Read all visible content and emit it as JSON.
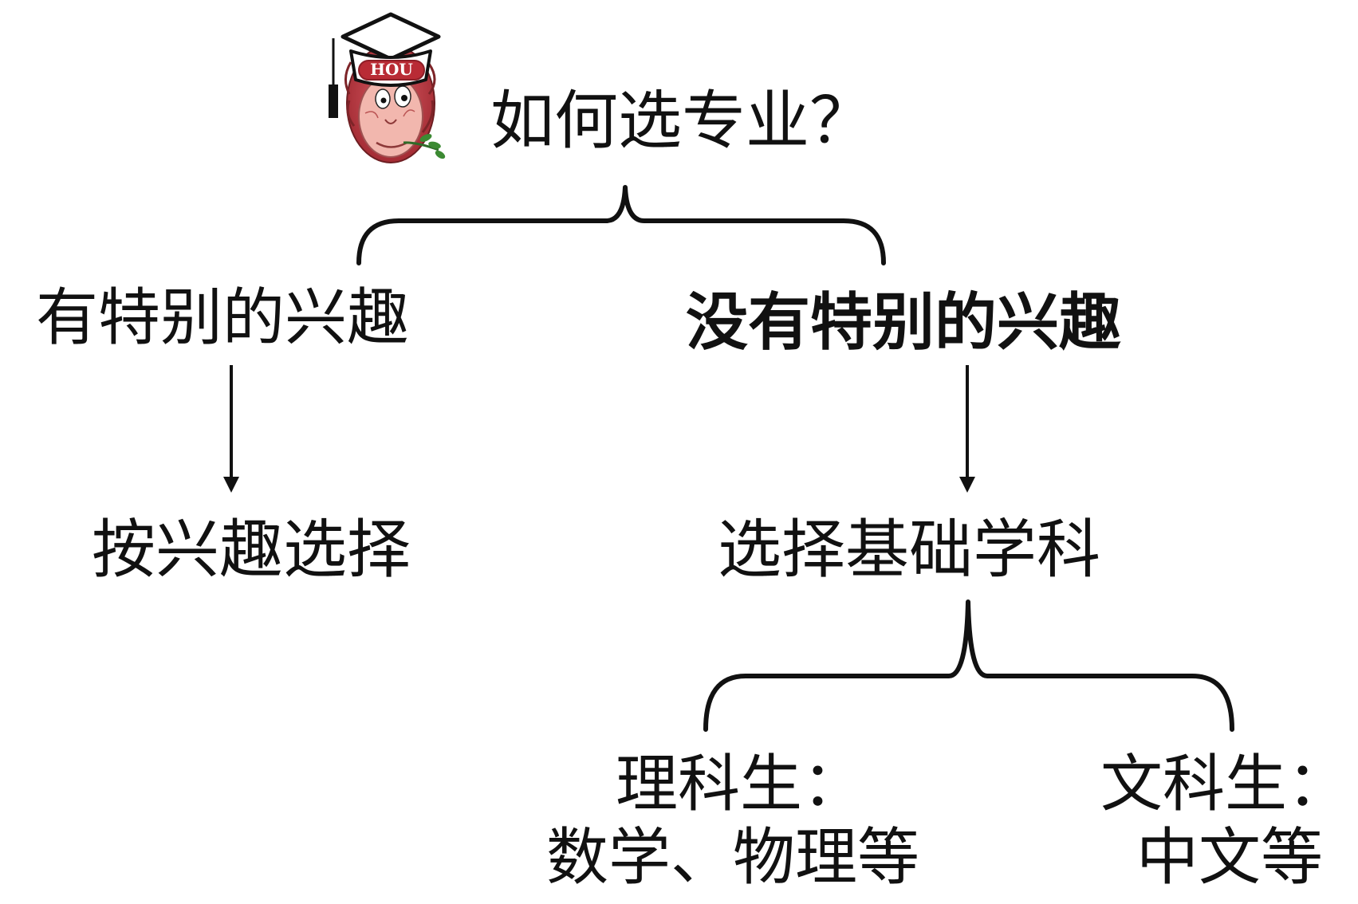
{
  "diagram": {
    "title": "如何选专业？",
    "branches": {
      "left": "有特别的兴趣",
      "right": "没有特别的兴趣"
    },
    "results": {
      "left": "按兴趣选择",
      "right": "选择基础学科"
    },
    "science": {
      "title": "理科生：",
      "items": "数学、物理等"
    },
    "arts": {
      "title": "文科生：",
      "items": "中文等"
    }
  },
  "mascot": {
    "badge": "HOU"
  },
  "colors": {
    "line": "#111111",
    "mascot_face": "#c9424a",
    "mascot_skin": "#f1b3aa",
    "cap": "#ffffff"
  }
}
